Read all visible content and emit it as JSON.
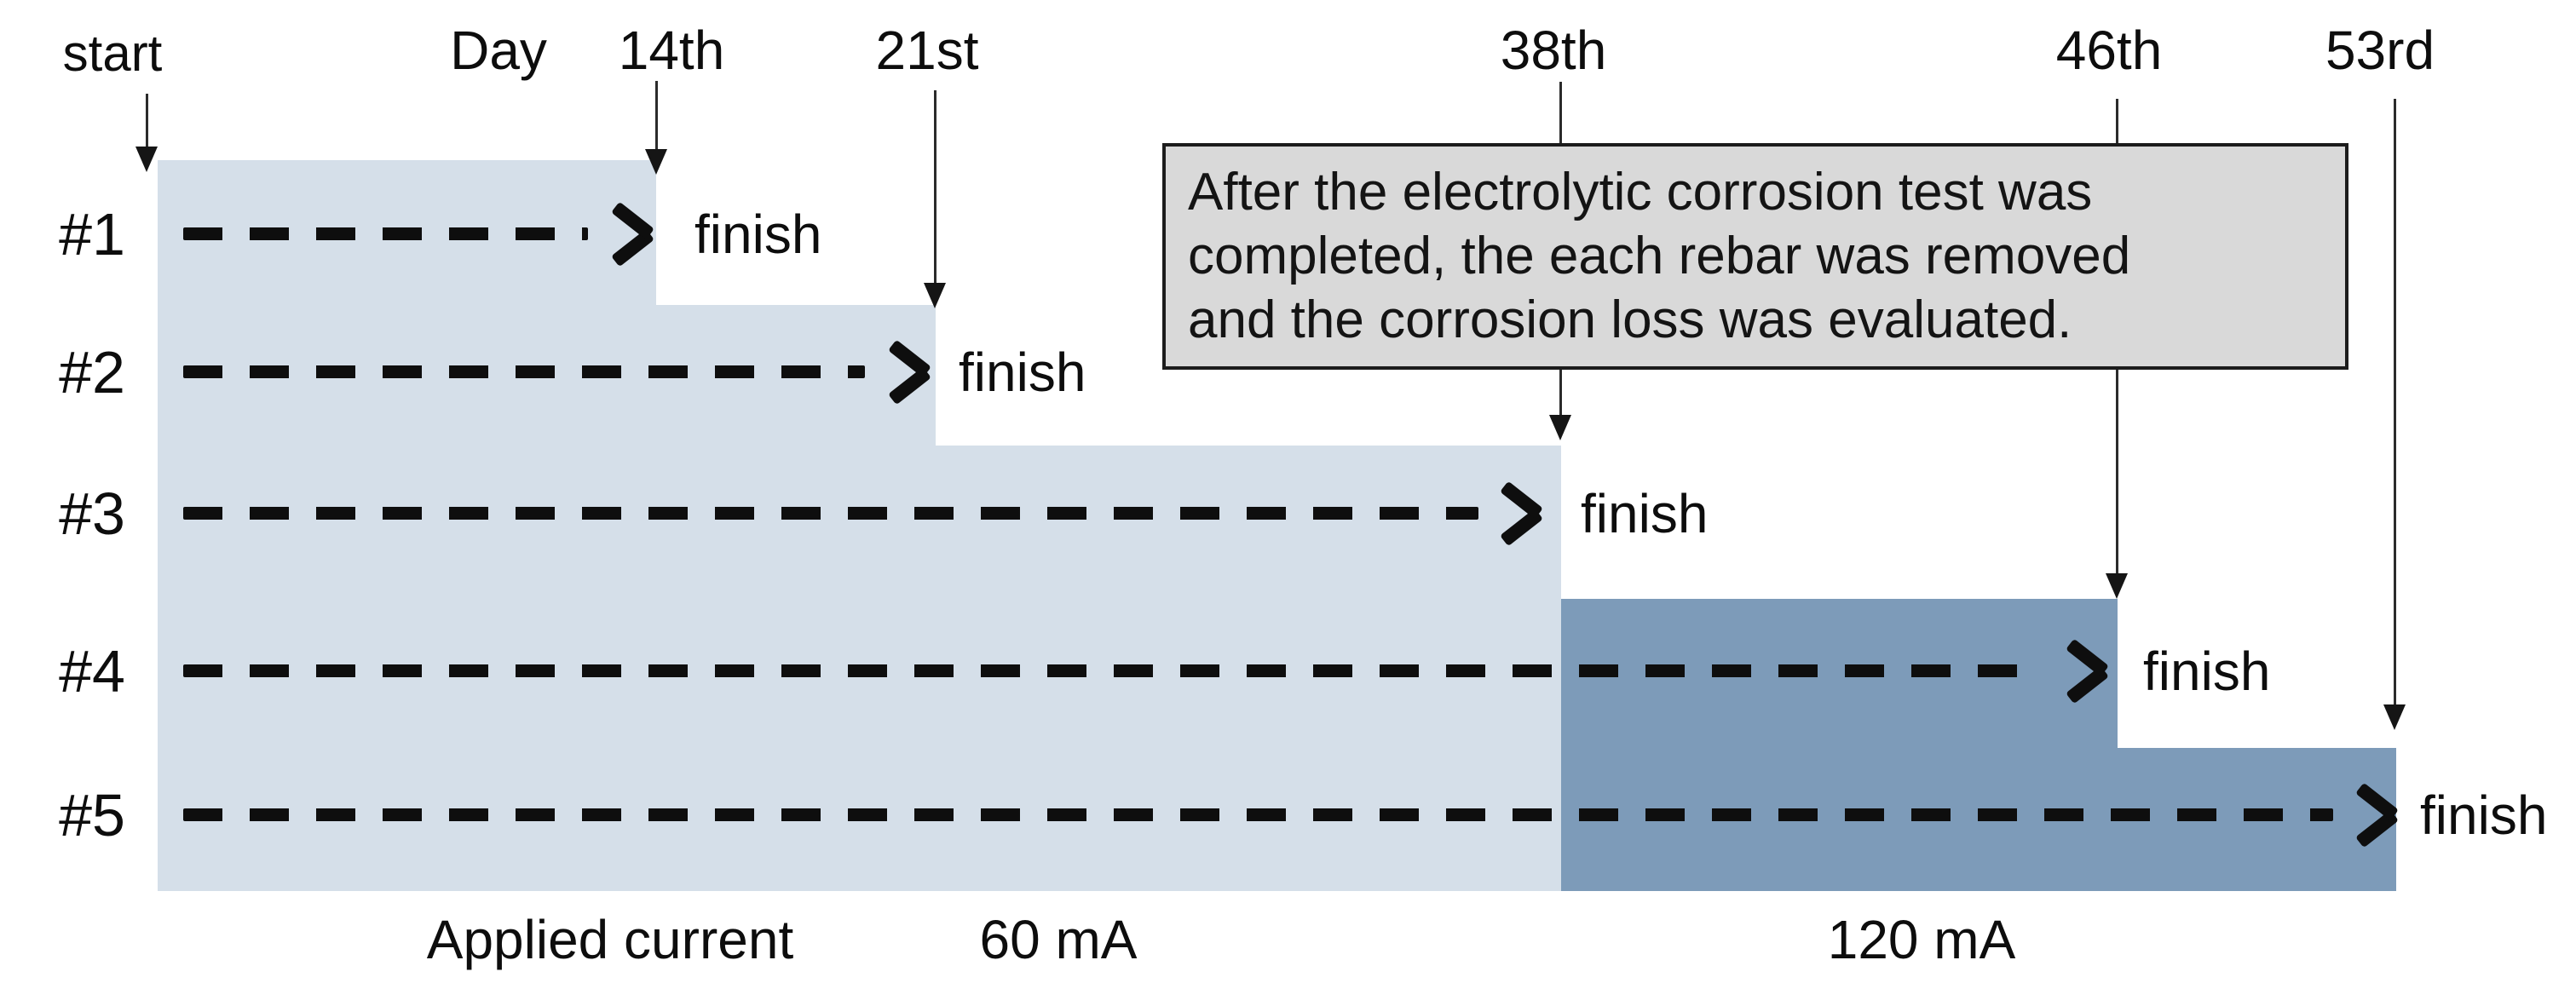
{
  "diagram": {
    "axis": {
      "day_label": "Day",
      "markers": [
        {
          "label": "start"
        },
        {
          "label": "14th"
        },
        {
          "label": "21st"
        },
        {
          "label": "38th"
        },
        {
          "label": "46th"
        },
        {
          "label": "53rd"
        }
      ]
    },
    "rows": [
      {
        "label": "#1",
        "finish": "finish"
      },
      {
        "label": "#2",
        "finish": "finish"
      },
      {
        "label": "#3",
        "finish": "finish"
      },
      {
        "label": "#4",
        "finish": "finish"
      },
      {
        "label": "#5",
        "finish": "finish"
      }
    ],
    "annotation": {
      "line1": "After the electrolytic corrosion test was",
      "line2": "completed, the each rebar was removed",
      "line3": "and the corrosion loss was evaluated."
    },
    "footer": {
      "applied_current_label": "Applied current",
      "current_low": "60 mA",
      "current_high": "120 mA"
    },
    "colors": {
      "band_60ma": "#d5dfe9",
      "band_120ma": "#7d9bb9",
      "annotation_bg": "#d9d9d9"
    }
  },
  "chart_data": {
    "type": "timeline",
    "day_markers": [
      "start",
      "14th",
      "21st",
      "38th",
      "46th",
      "53rd"
    ],
    "specimens": [
      {
        "label": "#1",
        "finish_day_marker": "14th"
      },
      {
        "label": "#2",
        "finish_day_marker": "21st"
      },
      {
        "label": "#3",
        "finish_day_marker": "38th"
      },
      {
        "label": "#4",
        "finish_day_marker": "46th"
      },
      {
        "label": "#5",
        "finish_day_marker": "53rd"
      }
    ],
    "applied_current_phases": [
      {
        "label": "60 mA",
        "from": "start",
        "to": "38th"
      },
      {
        "label": "120 mA",
        "from": "38th",
        "to": "53rd"
      }
    ],
    "annotation": "After the electrolytic corrosion test was completed, the each rebar was removed and the corrosion loss was evaluated."
  }
}
